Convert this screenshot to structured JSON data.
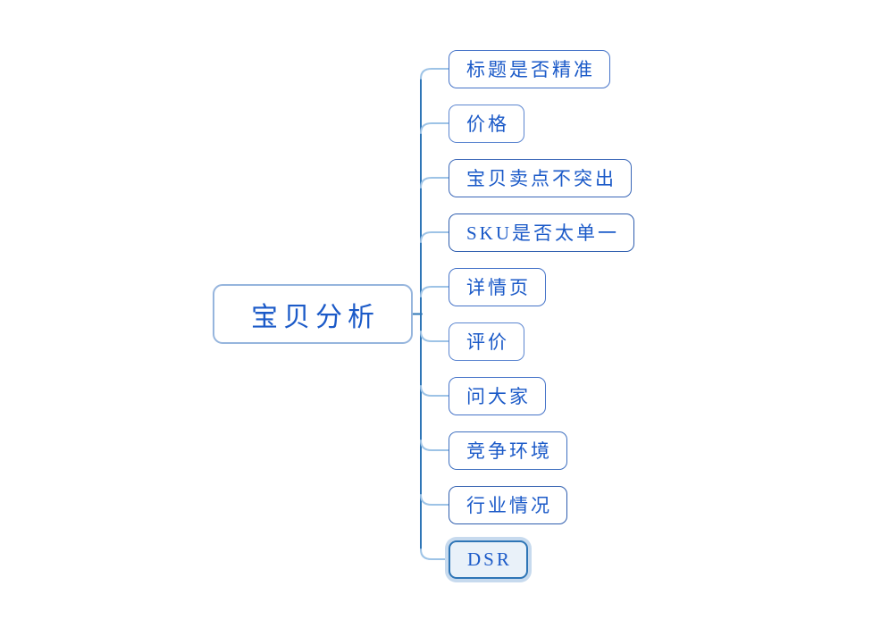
{
  "diagram": {
    "type": "mindmap",
    "root": {
      "label": "宝贝分析"
    },
    "children": [
      {
        "label": "标题是否精准",
        "border_color": "#4573c8",
        "selected": false
      },
      {
        "label": "价格",
        "border_color": "#5c86d0",
        "selected": false
      },
      {
        "label": "宝贝卖点不突出",
        "border_color": "#3a67b8",
        "selected": false
      },
      {
        "label": "SKU是否太单一",
        "border_color": "#2e5dae",
        "selected": false
      },
      {
        "label": "详情页",
        "border_color": "#4573c8",
        "selected": false
      },
      {
        "label": "评价",
        "border_color": "#5c86d0",
        "selected": false
      },
      {
        "label": "问大家",
        "border_color": "#4573c8",
        "selected": false
      },
      {
        "label": "竞争环境",
        "border_color": "#3f70c0",
        "selected": false
      },
      {
        "label": "行业情况",
        "border_color": "#2e5dae",
        "selected": false
      },
      {
        "label": "DSR",
        "border_color": "#2e75b6",
        "selected": true
      }
    ],
    "colors": {
      "background": "#ffffff",
      "text": "#1b5ac8",
      "root_border": "#96b5dd",
      "trunk_line": "#2e75b6",
      "branch_line": "#9dc3e6",
      "selected_fill": "#e9f1f9",
      "selected_halo": "#c7daee"
    }
  }
}
